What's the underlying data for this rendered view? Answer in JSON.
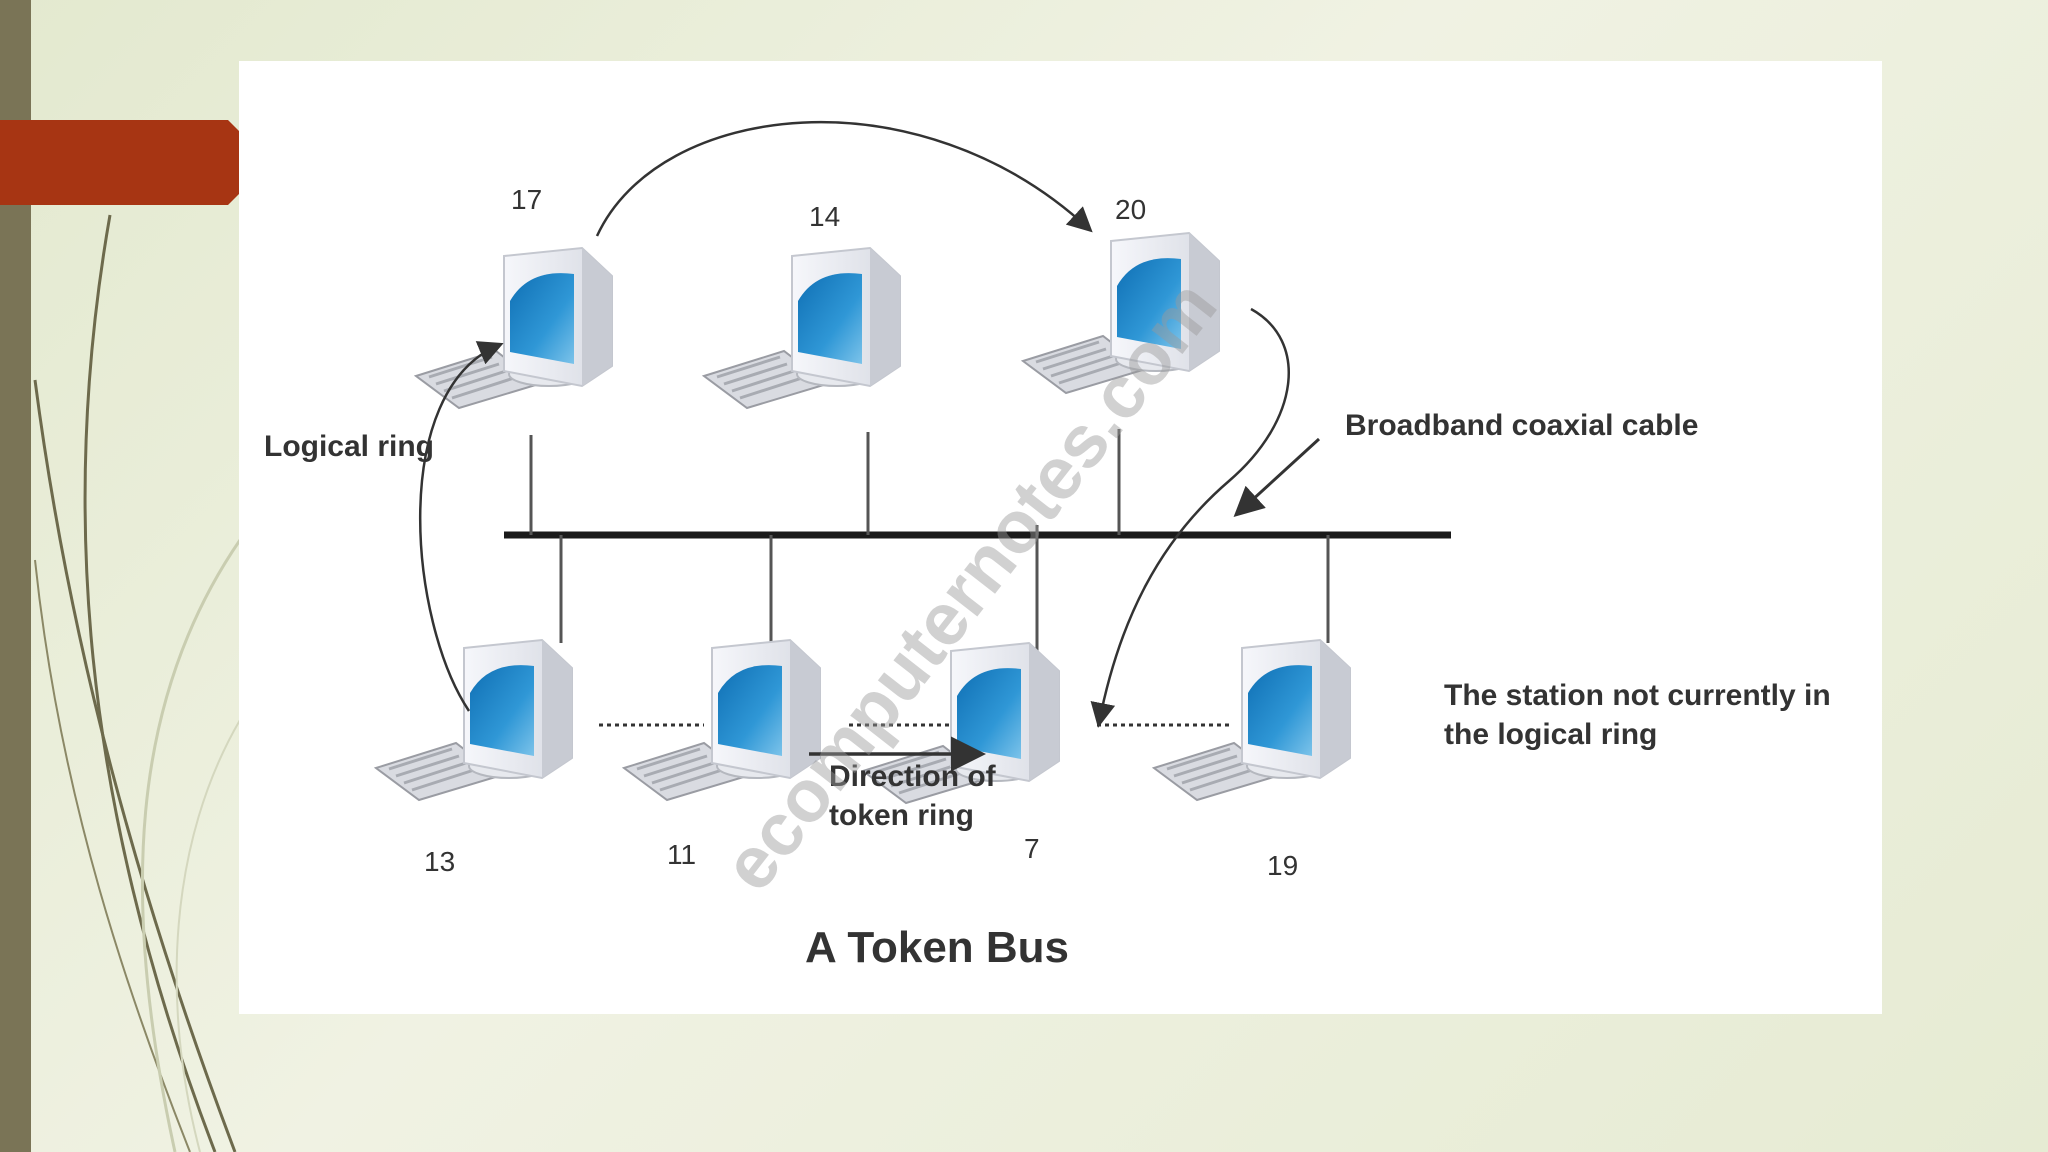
{
  "diagram": {
    "title": "A Token Bus",
    "labels": {
      "logical_ring": "Logical ring",
      "cable": "Broadband coaxial cable",
      "station_note_1": "The station not currently in",
      "station_note_2": "the logical ring",
      "direction_1": "Direction of",
      "direction_2": "token ring",
      "watermark": "ecomputernotes.com"
    },
    "stations": {
      "s17": "17",
      "s14": "14",
      "s20": "20",
      "s13": "13",
      "s11": "11",
      "s7": "7",
      "s19": "19"
    }
  },
  "colors": {
    "accent": "#a73513",
    "left_bar": "#7a7456",
    "screen_blue": "#1f86c6"
  }
}
